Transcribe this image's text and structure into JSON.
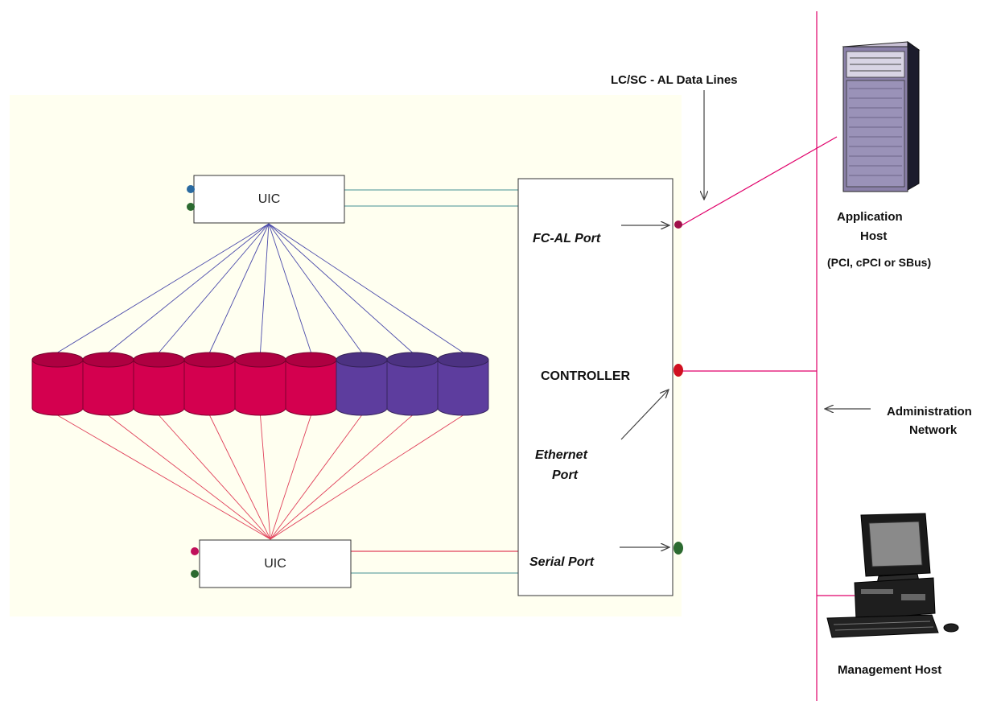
{
  "diagram": {
    "labels": {
      "uic_top": "UIC",
      "uic_bottom": "UIC",
      "controller": "CONTROLLER",
      "fc_al_port": "FC-AL Port",
      "ethernet_port_line1": "Ethernet",
      "ethernet_port_line2": "Port",
      "serial_port": "Serial Port",
      "data_lines": "LC/SC - AL Data Lines",
      "app_host_line1": "Application",
      "app_host_line2": "Host",
      "app_host_bus": "(PCI, cPCI or SBus)",
      "admin_network_line1": "Administration",
      "admin_network_line2": "Network",
      "management_host": "Management Host"
    },
    "disks": [
      {
        "color": "#d4004f"
      },
      {
        "color": "#d4004f"
      },
      {
        "color": "#d4004f"
      },
      {
        "color": "#d4004f"
      },
      {
        "color": "#d4004f"
      },
      {
        "color": "#d4004f"
      },
      {
        "color": "#5d3d9e"
      },
      {
        "color": "#5d3d9e"
      },
      {
        "color": "#5d3d9e"
      }
    ],
    "colors": {
      "enclosure_background": "#fffff0",
      "network_line": "#e0006a",
      "top_fanout": "#4a4aaa",
      "bottom_fanout": "#e0405a",
      "teal_line": "#6aa6a6",
      "port_fc_al": "#a0104a",
      "port_ethernet": "#d01020",
      "port_serial": "#2c6a30"
    }
  }
}
